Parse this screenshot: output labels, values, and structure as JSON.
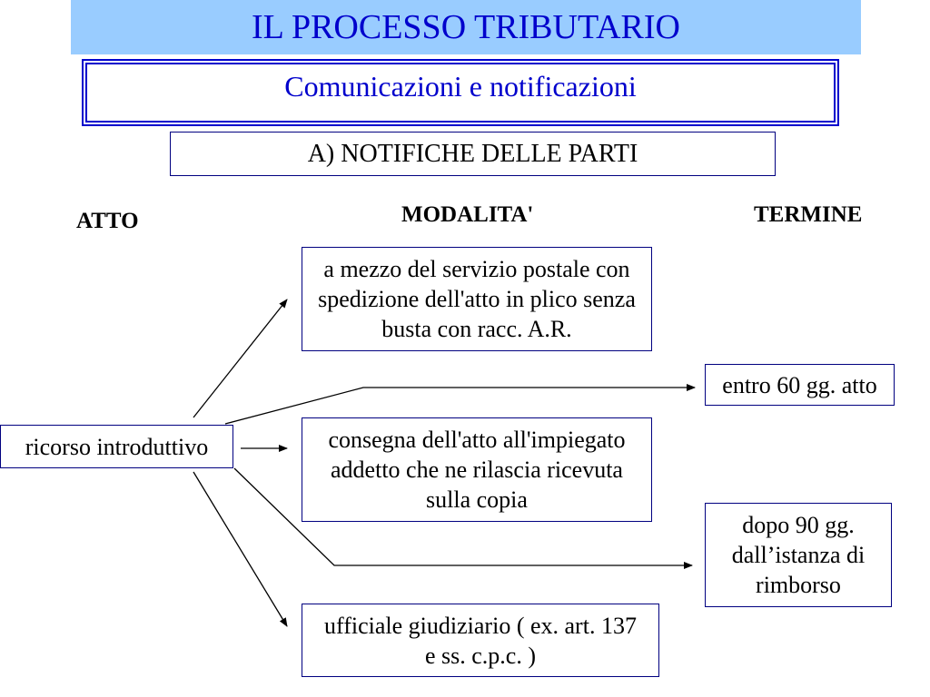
{
  "title": "IL PROCESSO TRIBUTARIO",
  "subtitle": "Comunicazioni e notificazioni",
  "section": "A) NOTIFICHE DELLE PARTI",
  "columns": {
    "atto": "ATTO",
    "modalita": "MODALITA'",
    "termine": "TERMINE"
  },
  "nodes": {
    "ricorso": "ricorso introduttivo",
    "postale": "a mezzo del servizio postale con spedizione dell'atto in plico senza busta con racc. A.R.",
    "consegna": "consegna dell'atto all'impiegato addetto che ne rilascia ricevuta sulla copia",
    "ufficiale": "ufficiale giudiziario ( ex. art. 137 e ss. c.p.c. )",
    "entro60": "entro 60 gg. atto",
    "dopo90": "dopo 90 gg. dall’istanza di rimborso"
  }
}
